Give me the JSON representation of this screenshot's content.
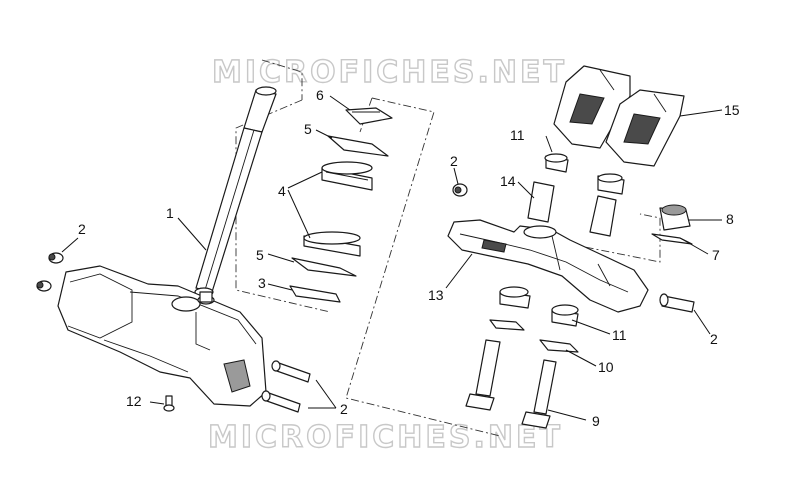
{
  "watermark": {
    "top": "MICROFICHES.NET",
    "bottom": "MICROFICHES.NET"
  },
  "callouts": {
    "c1": "1",
    "c2a": "2",
    "c2b": "2",
    "c2c": "2",
    "c2d": "2",
    "c3": "3",
    "c4": "4",
    "c5a": "5",
    "c5b": "5",
    "c6": "6",
    "c7": "7",
    "c8": "8",
    "c9": "9",
    "c10": "10",
    "c11a": "11",
    "c11b": "11",
    "c12": "12",
    "c13": "13",
    "c14": "14",
    "c15": "15"
  }
}
